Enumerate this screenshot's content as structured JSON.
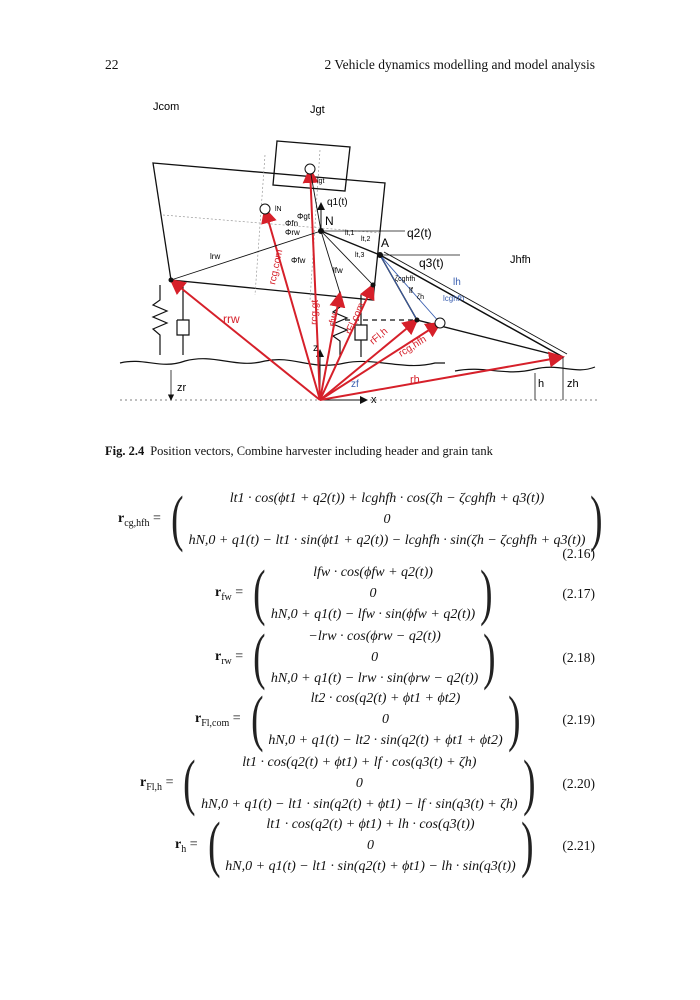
{
  "header": {
    "page_number": "22",
    "running_head": "2  Vehicle dynamics modelling and model analysis"
  },
  "figure": {
    "labels": {
      "jcom": "Jcom",
      "jgt": "Jgt",
      "jhfh": "Jhfh",
      "q1": "q1(t)",
      "q2": "q2(t)",
      "q3": "q3(t)",
      "N": "N",
      "A": "A",
      "phi_gt": "Φgt",
      "phi_fn": "Φfn",
      "phi_rw": "Φrw",
      "phi_fw": "Φfw",
      "l_gt": "lgt",
      "l_n": "lN",
      "l_rw": "lrw",
      "l_fw": "lfw",
      "l_t1": "lt,1",
      "l_t2": "lt,2",
      "l_t3": "lt,3",
      "l_h": "lh",
      "l_f": "lf",
      "l_cghfh": "lcghfh",
      "zeta_cghfh": "ζcghfh",
      "zeta_h": "ζh",
      "r_rw": "rrw",
      "r_cg_com": "rcg,com",
      "r_cg_gt": "rcg,gt",
      "r_fw": "rfw",
      "r_fl_com": "rFl,com",
      "r_fl_h": "rFl,h",
      "r_cg_hfh": "rcg,hfh",
      "r_h": "rh",
      "z_r": "zr",
      "z_f": "zf",
      "z_h": "zh",
      "h": "h",
      "z_axis": "z",
      "x_axis": "x"
    }
  },
  "caption": {
    "label": "Fig. 2.4",
    "text": "Position vectors, Combine harvester including header and grain tank"
  },
  "equations": [
    {
      "number": "(2.16)",
      "lhs": "r",
      "lhs_sub": "cg,hfh",
      "rows": [
        "lt1 · cos(ϕt1 + q2(t)) + lcghfh · cos(ζh − ζcghfh + q3(t))",
        "0",
        "hN,0 + q1(t) − lt1 · sin(ϕt1 + q2(t)) − lcghfh · sin(ζh − ζcghfh + q3(t))"
      ]
    },
    {
      "number": "(2.17)",
      "lhs": "r",
      "lhs_sub": "fw",
      "rows": [
        "lfw · cos(ϕfw + q2(t))",
        "0",
        "hN,0 + q1(t) − lfw · sin(ϕfw + q2(t))"
      ]
    },
    {
      "number": "(2.18)",
      "lhs": "r",
      "lhs_sub": "rw",
      "rows": [
        "−lrw · cos(ϕrw − q2(t))",
        "0",
        "hN,0 + q1(t) − lrw · sin(ϕrw − q2(t))"
      ]
    },
    {
      "number": "(2.19)",
      "lhs": "r",
      "lhs_sub": "Fl,com",
      "rows": [
        "lt2 · cos(q2(t) + ϕt1 + ϕt2)",
        "0",
        "hN,0 + q1(t) − lt2 · sin(q2(t) + ϕt1 + ϕt2)"
      ]
    },
    {
      "number": "(2.20)",
      "lhs": "r",
      "lhs_sub": "Fl,h",
      "rows": [
        "lt1 · cos(q2(t) + ϕt1) + lf · cos(q3(t) + ζh)",
        "0",
        "hN,0 + q1(t) − lt1 · sin(q2(t) + ϕt1) − lf · sin(q3(t) + ζh)"
      ]
    },
    {
      "number": "(2.21)",
      "lhs": "r",
      "lhs_sub": "h",
      "rows": [
        "lt1 · cos(q2(t) + ϕt1) + lh · cos(q3(t))",
        "0",
        "hN,0 + q1(t) − lt1 · sin(q2(t) + ϕt1) − lh · sin(q3(t))"
      ]
    }
  ],
  "colors": {
    "vector_red": "#d6202a",
    "vector_blue": "#3a5fb0",
    "ink": "#111111"
  }
}
